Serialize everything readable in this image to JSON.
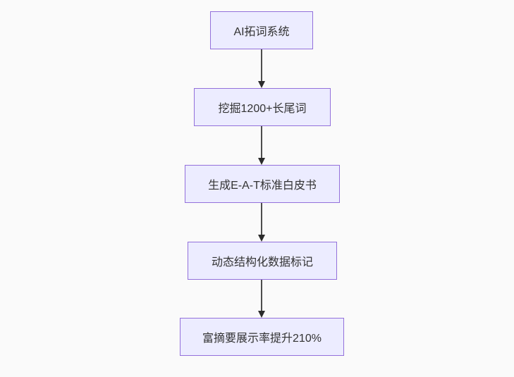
{
  "diagram": {
    "type": "flowchart",
    "direction": "top-down",
    "background": "#fafafa",
    "colors": {
      "node_fill": "#ececff",
      "node_border": "#9370db",
      "node_text": "#333333",
      "edge_line": "#4d4d4d",
      "edge_arrowhead": "#2b2b2b",
      "page_bg": "#fafafa"
    },
    "nodes": [
      {
        "id": "step-1",
        "label": "AI拓词系统"
      },
      {
        "id": "step-2",
        "label": "挖掘1200+长尾词"
      },
      {
        "id": "step-3",
        "label": "生成E-A-T标准白皮书"
      },
      {
        "id": "step-4",
        "label": "动态结构化数据标记"
      },
      {
        "id": "step-5",
        "label": "富摘要展示率提升210%"
      }
    ],
    "edges": [
      {
        "from": "step-1",
        "to": "step-2"
      },
      {
        "from": "step-2",
        "to": "step-3"
      },
      {
        "from": "step-3",
        "to": "step-4"
      },
      {
        "from": "step-4",
        "to": "step-5"
      }
    ]
  }
}
